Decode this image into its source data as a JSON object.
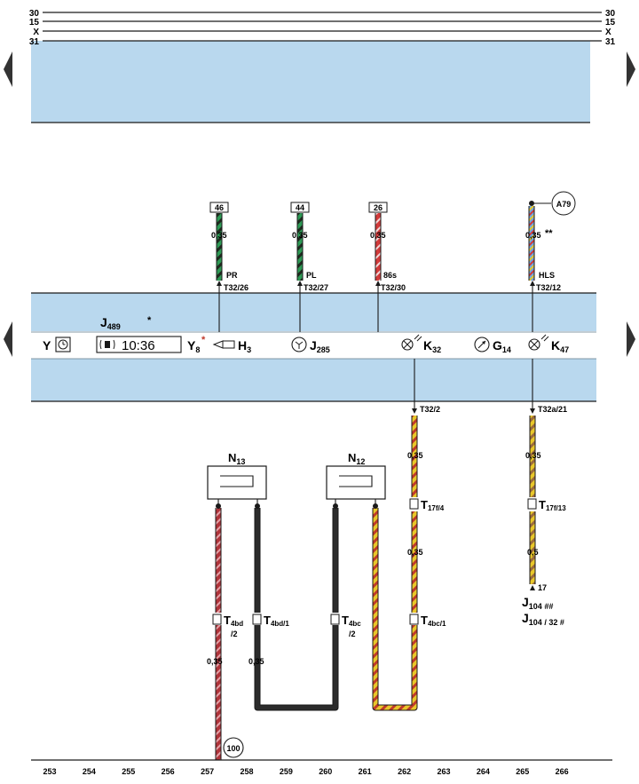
{
  "diagram": {
    "rails": {
      "left": [
        "30",
        "15",
        "X",
        "31"
      ],
      "right": [
        "30",
        "15",
        "X",
        "31"
      ]
    },
    "upper_connectors": [
      {
        "ref": "46",
        "gauge": "0,35",
        "signal": "PR",
        "pin": "T32/26",
        "wire_color": "#2e9a55"
      },
      {
        "ref": "44",
        "gauge": "0,35",
        "signal": "PL",
        "pin": "T32/27",
        "wire_color": "#2e9a55"
      },
      {
        "ref": "26",
        "gauge": "0,35",
        "signal": "86s",
        "pin": "T32/30",
        "wire_color": "#d23a3a"
      },
      {
        "ref": "A79",
        "gauge": "0,35",
        "mark": "**",
        "signal": "HLS",
        "pin": "T32/12",
        "wire_color": "#6fa8e6"
      }
    ],
    "control_unit": {
      "name": "J489",
      "name_mark": "*",
      "clock_symbol": "Y",
      "display_time": "10:36",
      "components": [
        {
          "label": "Y8",
          "mark": "*"
        },
        {
          "label": "H3"
        },
        {
          "label": "J285"
        },
        {
          "label": "K32"
        },
        {
          "label": "G14"
        },
        {
          "label": "K47"
        }
      ]
    },
    "lower_pins": [
      "T32/2",
      "T32a/21"
    ],
    "bulbs": [
      "N13",
      "N12"
    ],
    "lower_wires": [
      {
        "gauge_a": "0,35",
        "pin_mid": "T17f/4",
        "gauge_b": "0,35",
        "pin_end": "T4bc/1"
      },
      {
        "gauge_a": "0,35",
        "pin_mid": "T17f/13",
        "gauge_b": "0,5",
        "pin_end": "17"
      }
    ],
    "separation_points": [
      {
        "pin": "T4bd",
        "sub": "/2"
      },
      {
        "pin": "T4bd/1"
      },
      {
        "pin": "T4bc",
        "sub": "/2"
      }
    ],
    "bottom_gauges": [
      "0,35",
      "0,35"
    ],
    "ground_ref": "100",
    "destination": {
      "line1": "J104 ##",
      "line2": "J104 / 32 #"
    },
    "track_numbers": [
      "253",
      "254",
      "255",
      "256",
      "257",
      "258",
      "259",
      "260",
      "261",
      "262",
      "263",
      "264",
      "265",
      "266"
    ],
    "colors": {
      "band": "#b9d8ee",
      "line": "#1a1a1a",
      "green": "#2e9a55",
      "red": "#d23a3a",
      "yellow": "#e8c72a",
      "blue": "#6fa8e6",
      "brown": "#9c6b3c"
    }
  }
}
